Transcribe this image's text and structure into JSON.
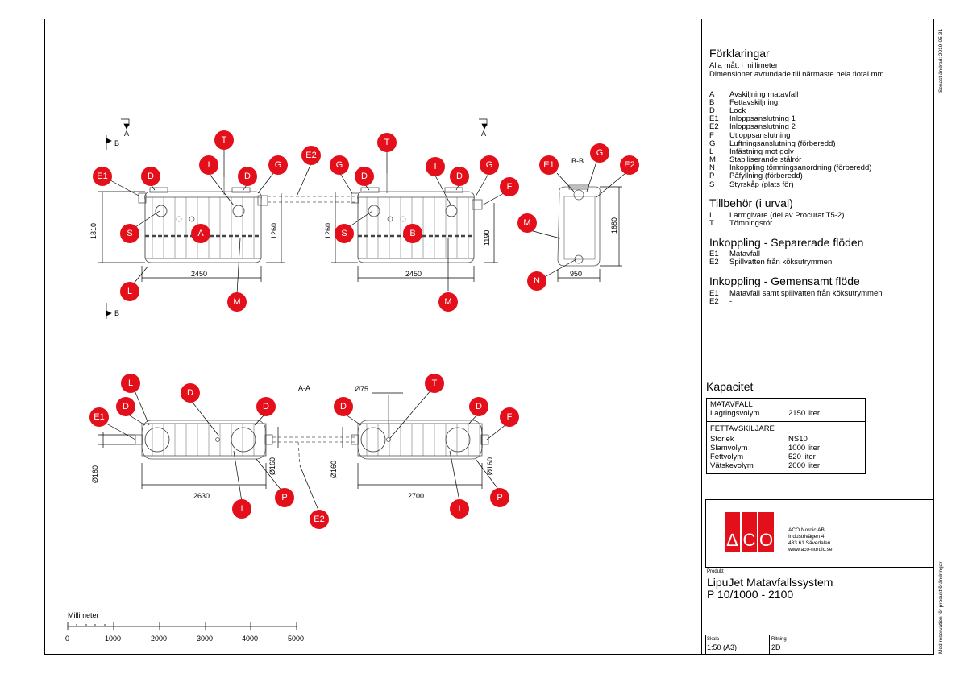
{
  "legend": {
    "title": "Förklaringar",
    "subtitle1": "Alla mått i millimeter",
    "subtitle2": "Dimensioner avrundade till närmaste hela tiotal mm",
    "items": [
      {
        "code": "A",
        "text": "Avskiljning matavfall"
      },
      {
        "code": "B",
        "text": "Fettavskiljning"
      },
      {
        "code": "D",
        "text": "Lock"
      },
      {
        "code": "E1",
        "text": "Inloppsanslutning 1"
      },
      {
        "code": "E2",
        "text": "Inloppsanslutning 2"
      },
      {
        "code": "F",
        "text": "Utloppsanslutning"
      },
      {
        "code": "G",
        "text": "Luftningsanslutning (förberedd)"
      },
      {
        "code": "L",
        "text": "Infästning mot golv"
      },
      {
        "code": "M",
        "text": "Stabiliserande stålrör"
      },
      {
        "code": "N",
        "text": "Inkoppling tömningsanordning (förberedd)"
      },
      {
        "code": "P",
        "text": "Påfyllning (förberedd)"
      },
      {
        "code": "S",
        "text": "Styrskåp (plats för)"
      }
    ],
    "accessories_title": "Tillbehör (i urval)",
    "accessories": [
      {
        "code": "I",
        "text": "Larmgivare (del av Procurat T5-2)"
      },
      {
        "code": "T",
        "text": "Tömningsrör"
      }
    ],
    "separated_title": "Inkoppling - Separerade flöden",
    "separated": [
      {
        "code": "E1",
        "text": "Matavfall"
      },
      {
        "code": "E2",
        "text": "Spillvatten från köksutrymmen"
      }
    ],
    "combined_title": "Inkoppling - Gemensamt flöde",
    "combined": [
      {
        "code": "E1",
        "text": "Matavfall samt spillvatten från köksutrymmen"
      },
      {
        "code": "E2",
        "text": "-"
      }
    ]
  },
  "capacity": {
    "title": "Kapacitet",
    "food_title": "MATAVFALL",
    "food": [
      {
        "k": "Lagringsvolym",
        "v": "2150 liter"
      }
    ],
    "grease_title": "FETTAVSKILJARE",
    "grease": [
      {
        "k": "Storlek",
        "v": "NS10"
      },
      {
        "k": "Slamvolym",
        "v": "1000 liter"
      },
      {
        "k": "Fettvolym",
        "v": "520 liter"
      },
      {
        "k": "Vätskevolym",
        "v": "2000 liter"
      }
    ]
  },
  "titleblock": {
    "company": "ACO Nordic AB",
    "street": "Industrivägen 4",
    "city": "433 61  Sävedalen",
    "web": "www.aco-nordic.se",
    "logo": "ACO",
    "product_label": "Produkt",
    "product_line1": "LipuJet Matavfallssystem",
    "product_line2": "P 10/1000 - 2100",
    "scale_label": "Skala",
    "scale": "1:50 (A3)",
    "drawing_label": "Ritning",
    "drawing": "2D"
  },
  "side_notes": {
    "updated": "Senast ändrad: 2019-05-31",
    "reservation": "Med reservation för produktförändringar"
  },
  "scalebar": {
    "title": "Millimeter",
    "ticks": [
      "0",
      "1000",
      "2000",
      "3000",
      "4000",
      "5000"
    ]
  },
  "drawing": {
    "section_aa": "A-A",
    "section_bb": "B-B",
    "cut_a": "A",
    "cut_b": "B",
    "dims": {
      "h1310": "1310",
      "h1260a": "1260",
      "w2450a": "2450",
      "h1260b": "1260",
      "h1190": "1190",
      "w2450b": "2450",
      "h1680": "1680",
      "w950": "950",
      "d160a": "Ø160",
      "d160b": "Ø160",
      "d160c": "Ø160",
      "d160d": "Ø160",
      "w2630": "2630",
      "w2700": "2700",
      "d75": "Ø75"
    },
    "callout_color": "#e3101b"
  }
}
